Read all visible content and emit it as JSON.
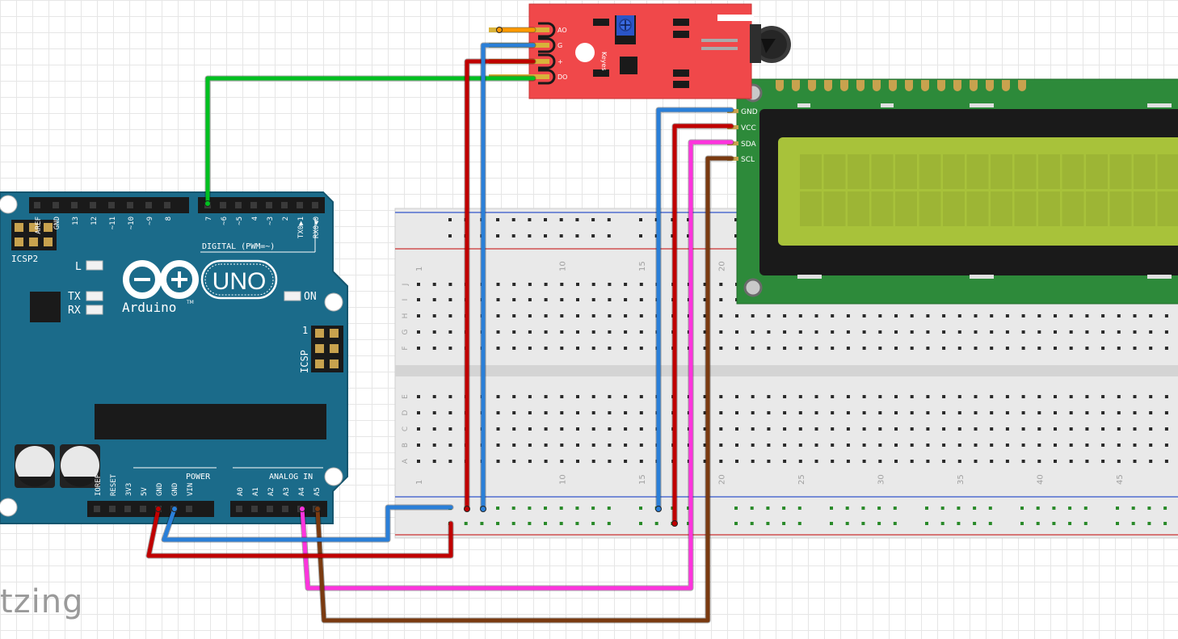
{
  "watermark": "tzing",
  "arduino": {
    "brand": "Arduino",
    "model": "UNO",
    "trademark": "TM",
    "icsp2_label": "ICSP2",
    "icsp_label": "ICSP",
    "icsp_pin1": "1",
    "digital_label": "DIGITAL (PWM=~)",
    "power_label": "POWER",
    "analog_label": "ANALOG IN",
    "led_l": "L",
    "led_tx": "TX",
    "led_rx": "RX",
    "led_on": "ON",
    "digital_pins": [
      "AREF",
      "GND",
      "13",
      "12",
      "~11",
      "~10",
      "~9",
      "8",
      "7",
      "~6",
      "~5",
      "4",
      "~3",
      "2",
      "TX0▶1",
      "RX0◀0"
    ],
    "power_pins": [
      "IOREF",
      "RESET",
      "3V3",
      "5V",
      "GND",
      "GND",
      "VIN"
    ],
    "analog_pins": [
      "A0",
      "A1",
      "A2",
      "A3",
      "A4",
      "A5"
    ],
    "colors": {
      "board": "#1b6b8a",
      "header": "#1a1a1a"
    }
  },
  "sensor": {
    "brand": "Keyes",
    "pins": [
      "AO",
      "G",
      "+",
      "DO"
    ],
    "colors": {
      "board": "#f0484a"
    }
  },
  "lcd": {
    "pins": [
      "GND",
      "VCC",
      "SDA",
      "SCL"
    ],
    "colors": {
      "board": "#2d8a3a",
      "screen": "#a8c23a"
    }
  },
  "breadboard": {
    "column_numbers": [
      "1",
      "10",
      "15",
      "20",
      "25",
      "30",
      "35",
      "40",
      "45"
    ],
    "rows_top": [
      "J",
      "I",
      "H",
      "G",
      "F"
    ],
    "rows_bottom": [
      "E",
      "D",
      "C",
      "B",
      "A"
    ]
  },
  "wires": [
    {
      "name": "wire-sensor-do-to-d7",
      "color": "#00c020"
    },
    {
      "name": "wire-sensor-ao",
      "color": "#ff9900"
    },
    {
      "name": "wire-sensor-vcc",
      "color": "#c00000"
    },
    {
      "name": "wire-sensor-gnd",
      "color": "#2a7fd8"
    },
    {
      "name": "wire-lcd-gnd",
      "color": "#2a7fd8"
    },
    {
      "name": "wire-lcd-vcc",
      "color": "#c00000"
    },
    {
      "name": "wire-lcd-sda-to-a4",
      "color": "#ff33dd"
    },
    {
      "name": "wire-lcd-scl-to-a5",
      "color": "#7a3a10"
    },
    {
      "name": "wire-arduino-5v-to-rail",
      "color": "#c00000"
    },
    {
      "name": "wire-arduino-gnd-to-rail",
      "color": "#2a7fd8"
    }
  ]
}
